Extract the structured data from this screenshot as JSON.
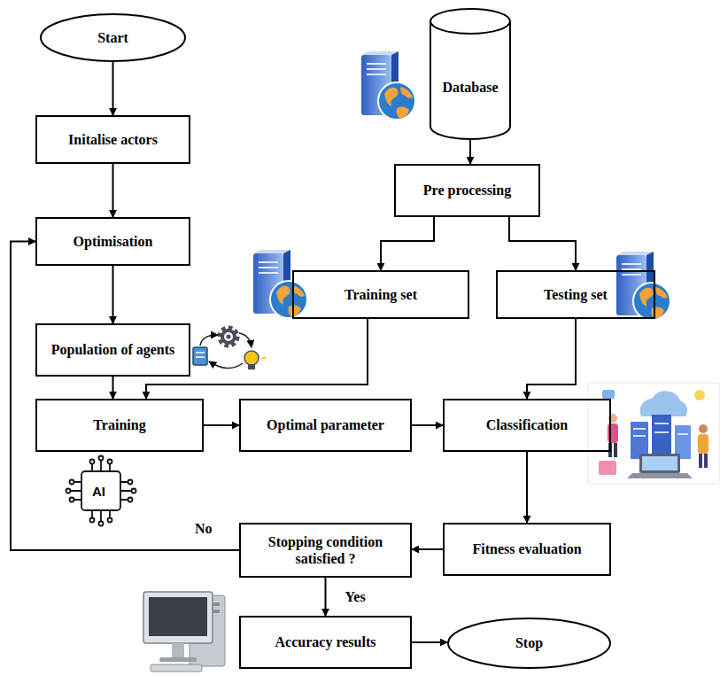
{
  "diagram": {
    "nodes": [
      {
        "text": [
          "Start"
        ]
      },
      {
        "text": [
          "Initalise actors"
        ]
      },
      {
        "text": [
          "Optimisation"
        ]
      },
      {
        "text": [
          "Population of agents"
        ]
      },
      {
        "text": [
          "Database"
        ]
      },
      {
        "text": [
          "Pre processing"
        ]
      },
      {
        "text": [
          "Training set"
        ]
      },
      {
        "text": [
          "Testing set"
        ]
      },
      {
        "text": [
          "Training"
        ]
      },
      {
        "text": [
          "Optimal parameter"
        ]
      },
      {
        "text": [
          "Classification"
        ]
      },
      {
        "text": [
          "Fitness evaluation"
        ]
      },
      {
        "text": [
          "Stopping condition satisfied ?"
        ]
      },
      {
        "text": [
          "Accuracy results"
        ]
      },
      {
        "text": [
          "Stop"
        ]
      }
    ],
    "edges": [
      {
        "from": 0,
        "to": 1,
        "arrow": "to"
      },
      {
        "from": 1,
        "to": 2,
        "arrow": "to"
      },
      {
        "from": 2,
        "to": 3,
        "arrow": "to"
      },
      {
        "from": 3,
        "to": 8,
        "arrow": "to"
      },
      {
        "from": 4,
        "to": 5,
        "arrow": "to"
      },
      {
        "from": 5,
        "to": 6,
        "arrow": "to"
      },
      {
        "from": 5,
        "to": 7,
        "arrow": "to"
      },
      {
        "from": 6,
        "to": 8,
        "arrow": "to"
      },
      {
        "from": 7,
        "to": 10,
        "arrow": "to"
      },
      {
        "from": 8,
        "to": 9,
        "arrow": "to"
      },
      {
        "from": 9,
        "to": 10,
        "arrow": "to"
      },
      {
        "from": 10,
        "to": 11,
        "arrow": "to"
      },
      {
        "from": 11,
        "to": 12,
        "arrow": "to"
      },
      {
        "from": 12,
        "to": 2,
        "label": "No",
        "arrow": "to"
      },
      {
        "from": 12,
        "to": 13,
        "label": "Yes",
        "arrow": "to"
      },
      {
        "from": 13,
        "to": 14,
        "arrow": "to"
      }
    ],
    "labels": [
      "AI"
    ]
  }
}
